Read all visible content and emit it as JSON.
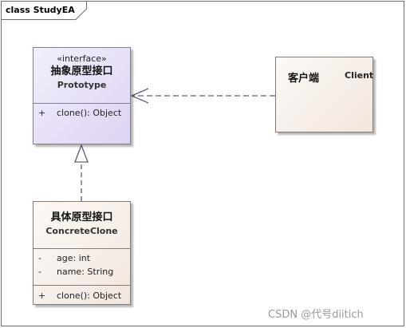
{
  "diagram": {
    "frame_label": "class StudyEA"
  },
  "classes": {
    "prototype": {
      "stereotype": "«interface»",
      "name_cn": "抽象原型接口",
      "name_en": "Prototype",
      "operations": [
        {
          "visibility": "+",
          "signature": "clone(): Object"
        }
      ]
    },
    "concrete": {
      "name_cn": "具体原型接口",
      "name_en": "ConcreteClone",
      "attributes": [
        {
          "visibility": "-",
          "signature": "age: int"
        },
        {
          "visibility": "-",
          "signature": "name: String"
        }
      ],
      "operations": [
        {
          "visibility": "+",
          "signature": "clone(): Object"
        }
      ]
    },
    "client": {
      "name_cn": "客户端",
      "name_en": "Client"
    }
  },
  "relationships": [
    {
      "type": "realization",
      "from": "ConcreteClone",
      "to": "Prototype"
    },
    {
      "type": "dependency",
      "from": "Client",
      "to": "Prototype"
    }
  ],
  "watermark": "CSDN @代号diitich"
}
